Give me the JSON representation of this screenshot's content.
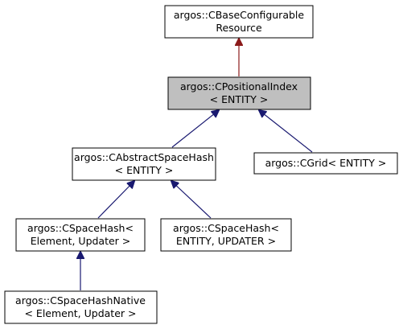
{
  "diagram": {
    "colors": {
      "background": "#ffffff",
      "node_fill": "#ffffff",
      "highlight_fill": "#bfbfbf",
      "border": "#000000",
      "inherit_edge": "#191970",
      "config_edge": "#8b1a1a"
    },
    "nodes": {
      "base": {
        "line1": "argos::CBaseConfigurable",
        "line2": "Resource"
      },
      "positional": {
        "line1": "argos::CPositionalIndex",
        "line2": "< ENTITY >"
      },
      "abstract": {
        "line1": "argos::CAbstractSpaceHash",
        "line2": "< ENTITY >"
      },
      "grid": {
        "line1": "argos::CGrid< ENTITY >"
      },
      "hash_elem": {
        "line1": "argos::CSpaceHash<",
        "line2": "Element, Updater >"
      },
      "hash_entity": {
        "line1": "argos::CSpaceHash<",
        "line2": "ENTITY, UPDATER >"
      },
      "native": {
        "line1": "argos::CSpaceHashNative",
        "line2": "< Element, Updater >"
      }
    }
  }
}
